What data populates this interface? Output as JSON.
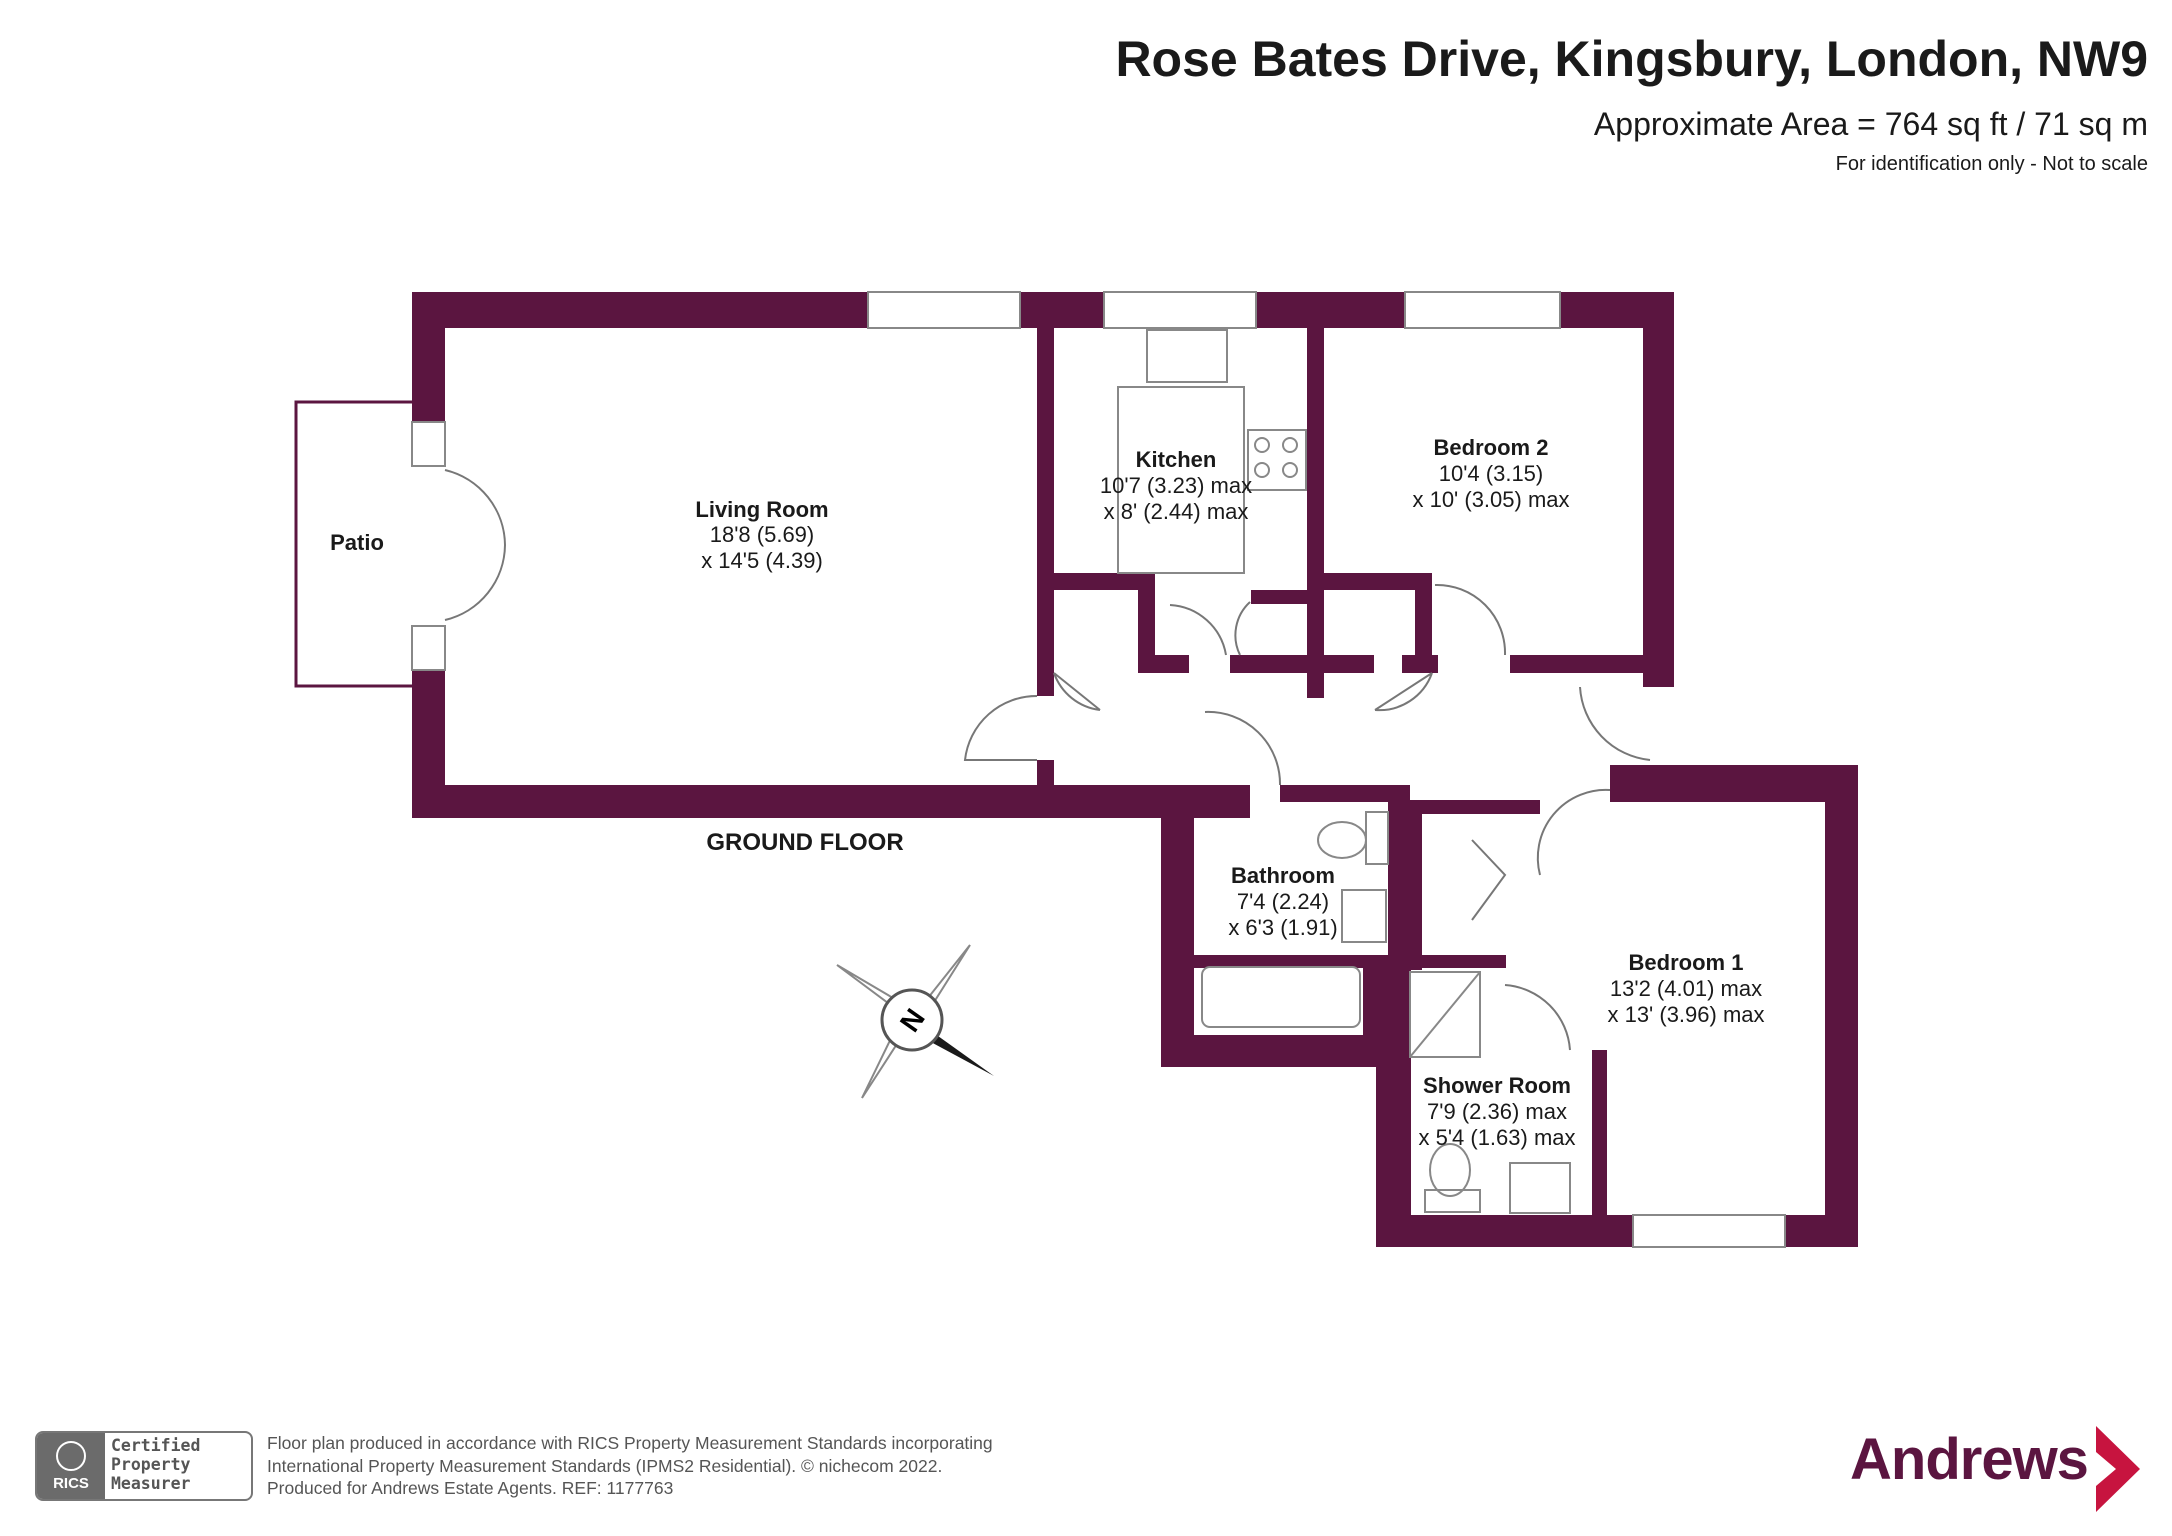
{
  "header": {
    "title": "Rose Bates Drive, Kingsbury, London, NW9",
    "area": "Approximate Area = 764 sq ft / 71 sq m",
    "note": "For identification only - Not to scale"
  },
  "colors": {
    "wall": "#5b1540",
    "text": "#1a1a1a",
    "fixture": "#888888"
  },
  "floor_label": "GROUND FLOOR",
  "rooms": {
    "patio": {
      "name": "Patio"
    },
    "living": {
      "name": "Living Room",
      "dim1": "18'8 (5.69)",
      "dim2": "x 14'5 (4.39)"
    },
    "kitchen": {
      "name": "Kitchen",
      "dim1": "10'7 (3.23) max",
      "dim2": "x 8' (2.44) max"
    },
    "bedroom2": {
      "name": "Bedroom 2",
      "dim1": "10'4 (3.15)",
      "dim2": "x 10' (3.05) max"
    },
    "bathroom": {
      "name": "Bathroom",
      "dim1": "7'4 (2.24)",
      "dim2": "x 6'3 (1.91)"
    },
    "bedroom1": {
      "name": "Bedroom 1",
      "dim1": "13'2 (4.01) max",
      "dim2": "x 13' (3.96) max"
    },
    "shower": {
      "name": "Shower Room",
      "dim1": "7'9 (2.36) max",
      "dim2": "x 5'4 (1.63) max"
    }
  },
  "compass": {
    "letter": "N",
    "icon": "compass-rose-icon"
  },
  "footer": {
    "line1": "Floor plan produced in accordance with RICS Property Measurement Standards incorporating",
    "line2": "International Property Measurement Standards (IPMS2 Residential).   © nichecom 2022.",
    "line3": "Produced for Andrews Estate Agents.   REF:   1177763",
    "rics_badge": "RICS",
    "rics_line1": "Certified",
    "rics_line2": "Property",
    "rics_line3": "Measurer",
    "brand": "Andrews"
  }
}
